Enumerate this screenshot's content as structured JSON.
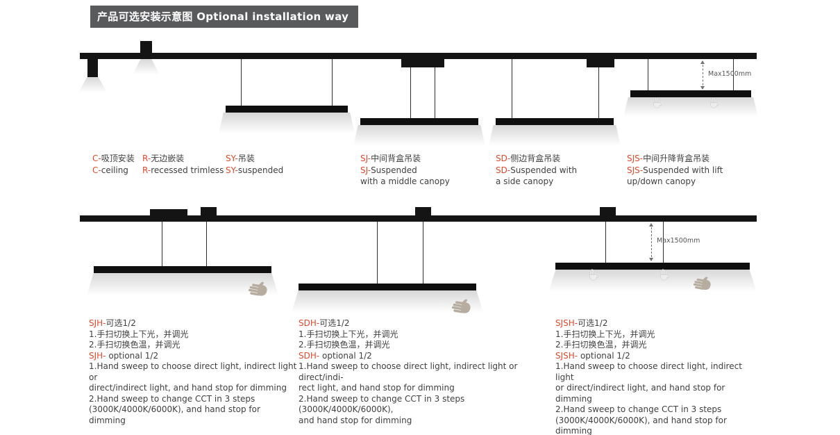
{
  "header": {
    "title": "产品可选安装示意图 Optional installation way"
  },
  "colors": {
    "accent": "#e2492c",
    "header_bg": "#595a5c",
    "fixture_black": "#141414",
    "body_text": "#3f3f3f",
    "annotation_text": "#555555"
  },
  "icons": {
    "hand_sweep": "hand-sweep-icon"
  },
  "annotations": {
    "row1_max_drop": "Max1500mm",
    "row2_max_drop": "Max1500mm"
  },
  "row1": {
    "items": [
      {
        "cn_prefix": "C-",
        "cn_text": "吸顶安装",
        "en_prefix": "C-",
        "en_text": "ceiling"
      },
      {
        "cn_prefix": "R-",
        "cn_text": "无边嵌装",
        "en_prefix": "R-",
        "en_text": "recessed trimless"
      },
      {
        "cn_prefix": "SY-",
        "cn_text": "吊装",
        "en_prefix": "SY-",
        "en_text": "suspended"
      },
      {
        "cn_prefix": "SJ-",
        "cn_text": "中间背盒吊装",
        "en_prefix": "SJ-",
        "en_text": "Suspended",
        "en_text2": "with a middle canopy"
      },
      {
        "cn_prefix": "SD-",
        "cn_text": "侧边背盒吊装",
        "en_prefix": "SD-",
        "en_text": "Suspended with",
        "en_text2": "a side canopy"
      },
      {
        "cn_prefix": "SJS-",
        "cn_text": "中间升降背盒吊装",
        "en_prefix": "SJS-",
        "en_text": "Suspended with lift",
        "en_text2": "up/down canopy"
      }
    ]
  },
  "row2": {
    "blocks": [
      {
        "title_prefix": "SJH-",
        "title_text": "可选1/2",
        "cn_body": "1.手扫切换上下光，并调光\n2.手扫切换色温，并调光",
        "sub_prefix": "SJH-",
        "sub_text": " optional 1/2",
        "en_body": "1.Hand sweep to choose direct light, indirect light or\ndirect/indirect light, and hand stop for dimming\n2.Hand sweep to change CCT in 3 steps\n(3000K/4000K/6000K), and hand stop for dimming"
      },
      {
        "title_prefix": "SDH-",
        "title_text": "可选1/2",
        "cn_body": "1.手扫切换上下光，并调光\n2.手扫切换色温，并调光",
        "sub_prefix": "SDH-",
        "sub_text": " optional 1/2",
        "en_body": "1.Hand sweep to choose direct light, indirect light or direct/indi-\nrect light, and hand stop for dimming\n2.Hand sweep to change CCT in 3 steps (3000K/4000K/6000K),\nand hand stop for dimming"
      },
      {
        "title_prefix": "SJSH-",
        "title_text": "可选1/2",
        "cn_body": "1.手扫切换上下光，并调光\n2.手扫切换色温，并调光",
        "sub_prefix": "SJSH-",
        "sub_text": " optional 1/2",
        "en_body": "1.Hand sweep to choose direct light, indirect light\nor direct/indirect light, and hand stop for\ndimming\n2.Hand sweep to change CCT in 3 steps\n(3000K/4000K/6000K), and hand stop for\ndimming"
      }
    ]
  }
}
